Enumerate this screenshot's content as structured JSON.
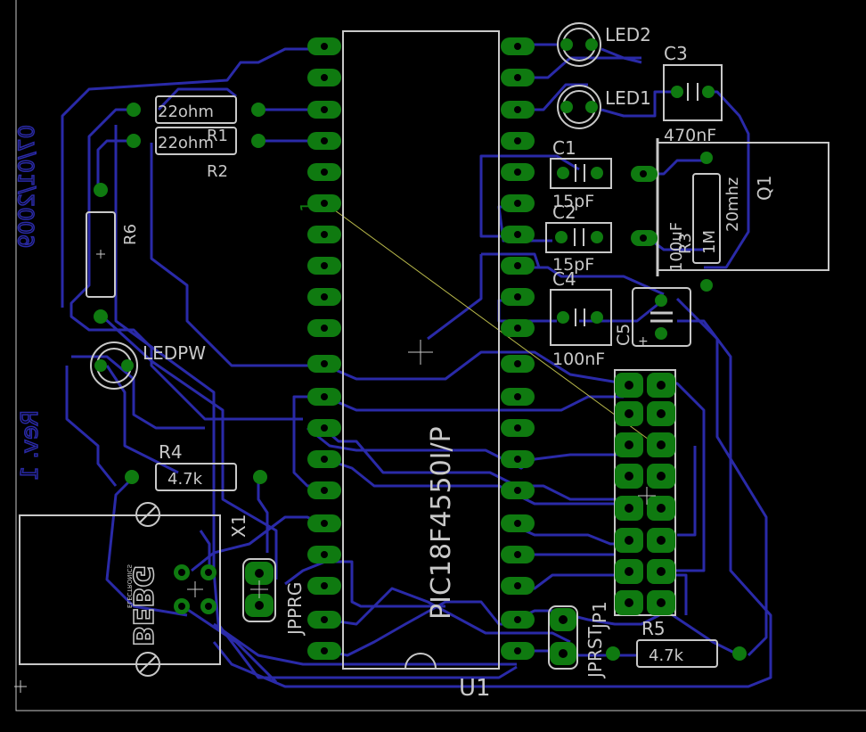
{
  "board": {
    "chip_label": "PIC18F4550I/P",
    "chip_ref": "U1",
    "pin1_marker": "1",
    "rev_text": "Rev. 1",
    "date_text": "07/01/2009",
    "logo_text": "BEBG",
    "logo_sub": "ELECTRONICS"
  },
  "labels": {
    "led2": "LED2",
    "led1": "LED1",
    "c3": "C3",
    "c3_val": "470nF",
    "c1": "C1",
    "c1_val": "15pF",
    "c2": "C2",
    "c2_val": "15pF",
    "c4": "C4",
    "c4_val": "100nF",
    "c5": "C5",
    "c5_val": "100uF",
    "q1": "Q1",
    "q1_val": "20mhz",
    "r3": "R3",
    "r3_val": "1M",
    "r1_val": "22ohm",
    "r1": "R1",
    "r2_val": "22ohm",
    "r2": "R2",
    "r6": "R6",
    "ledpw": "LEDPW",
    "r4": "R4",
    "r4_val": "4.7k",
    "x1": "X1",
    "jpprg": "JPPRG",
    "jprst": "JPRST",
    "jp1": "JP1",
    "r5": "R5",
    "r5_val": "4.7k"
  },
  "colors": {
    "background": "#000000",
    "trace": "#2a2aa8",
    "pad": "#0f7a10",
    "silk": "#c8c8c8",
    "board_edge": "#c8c8c8"
  }
}
